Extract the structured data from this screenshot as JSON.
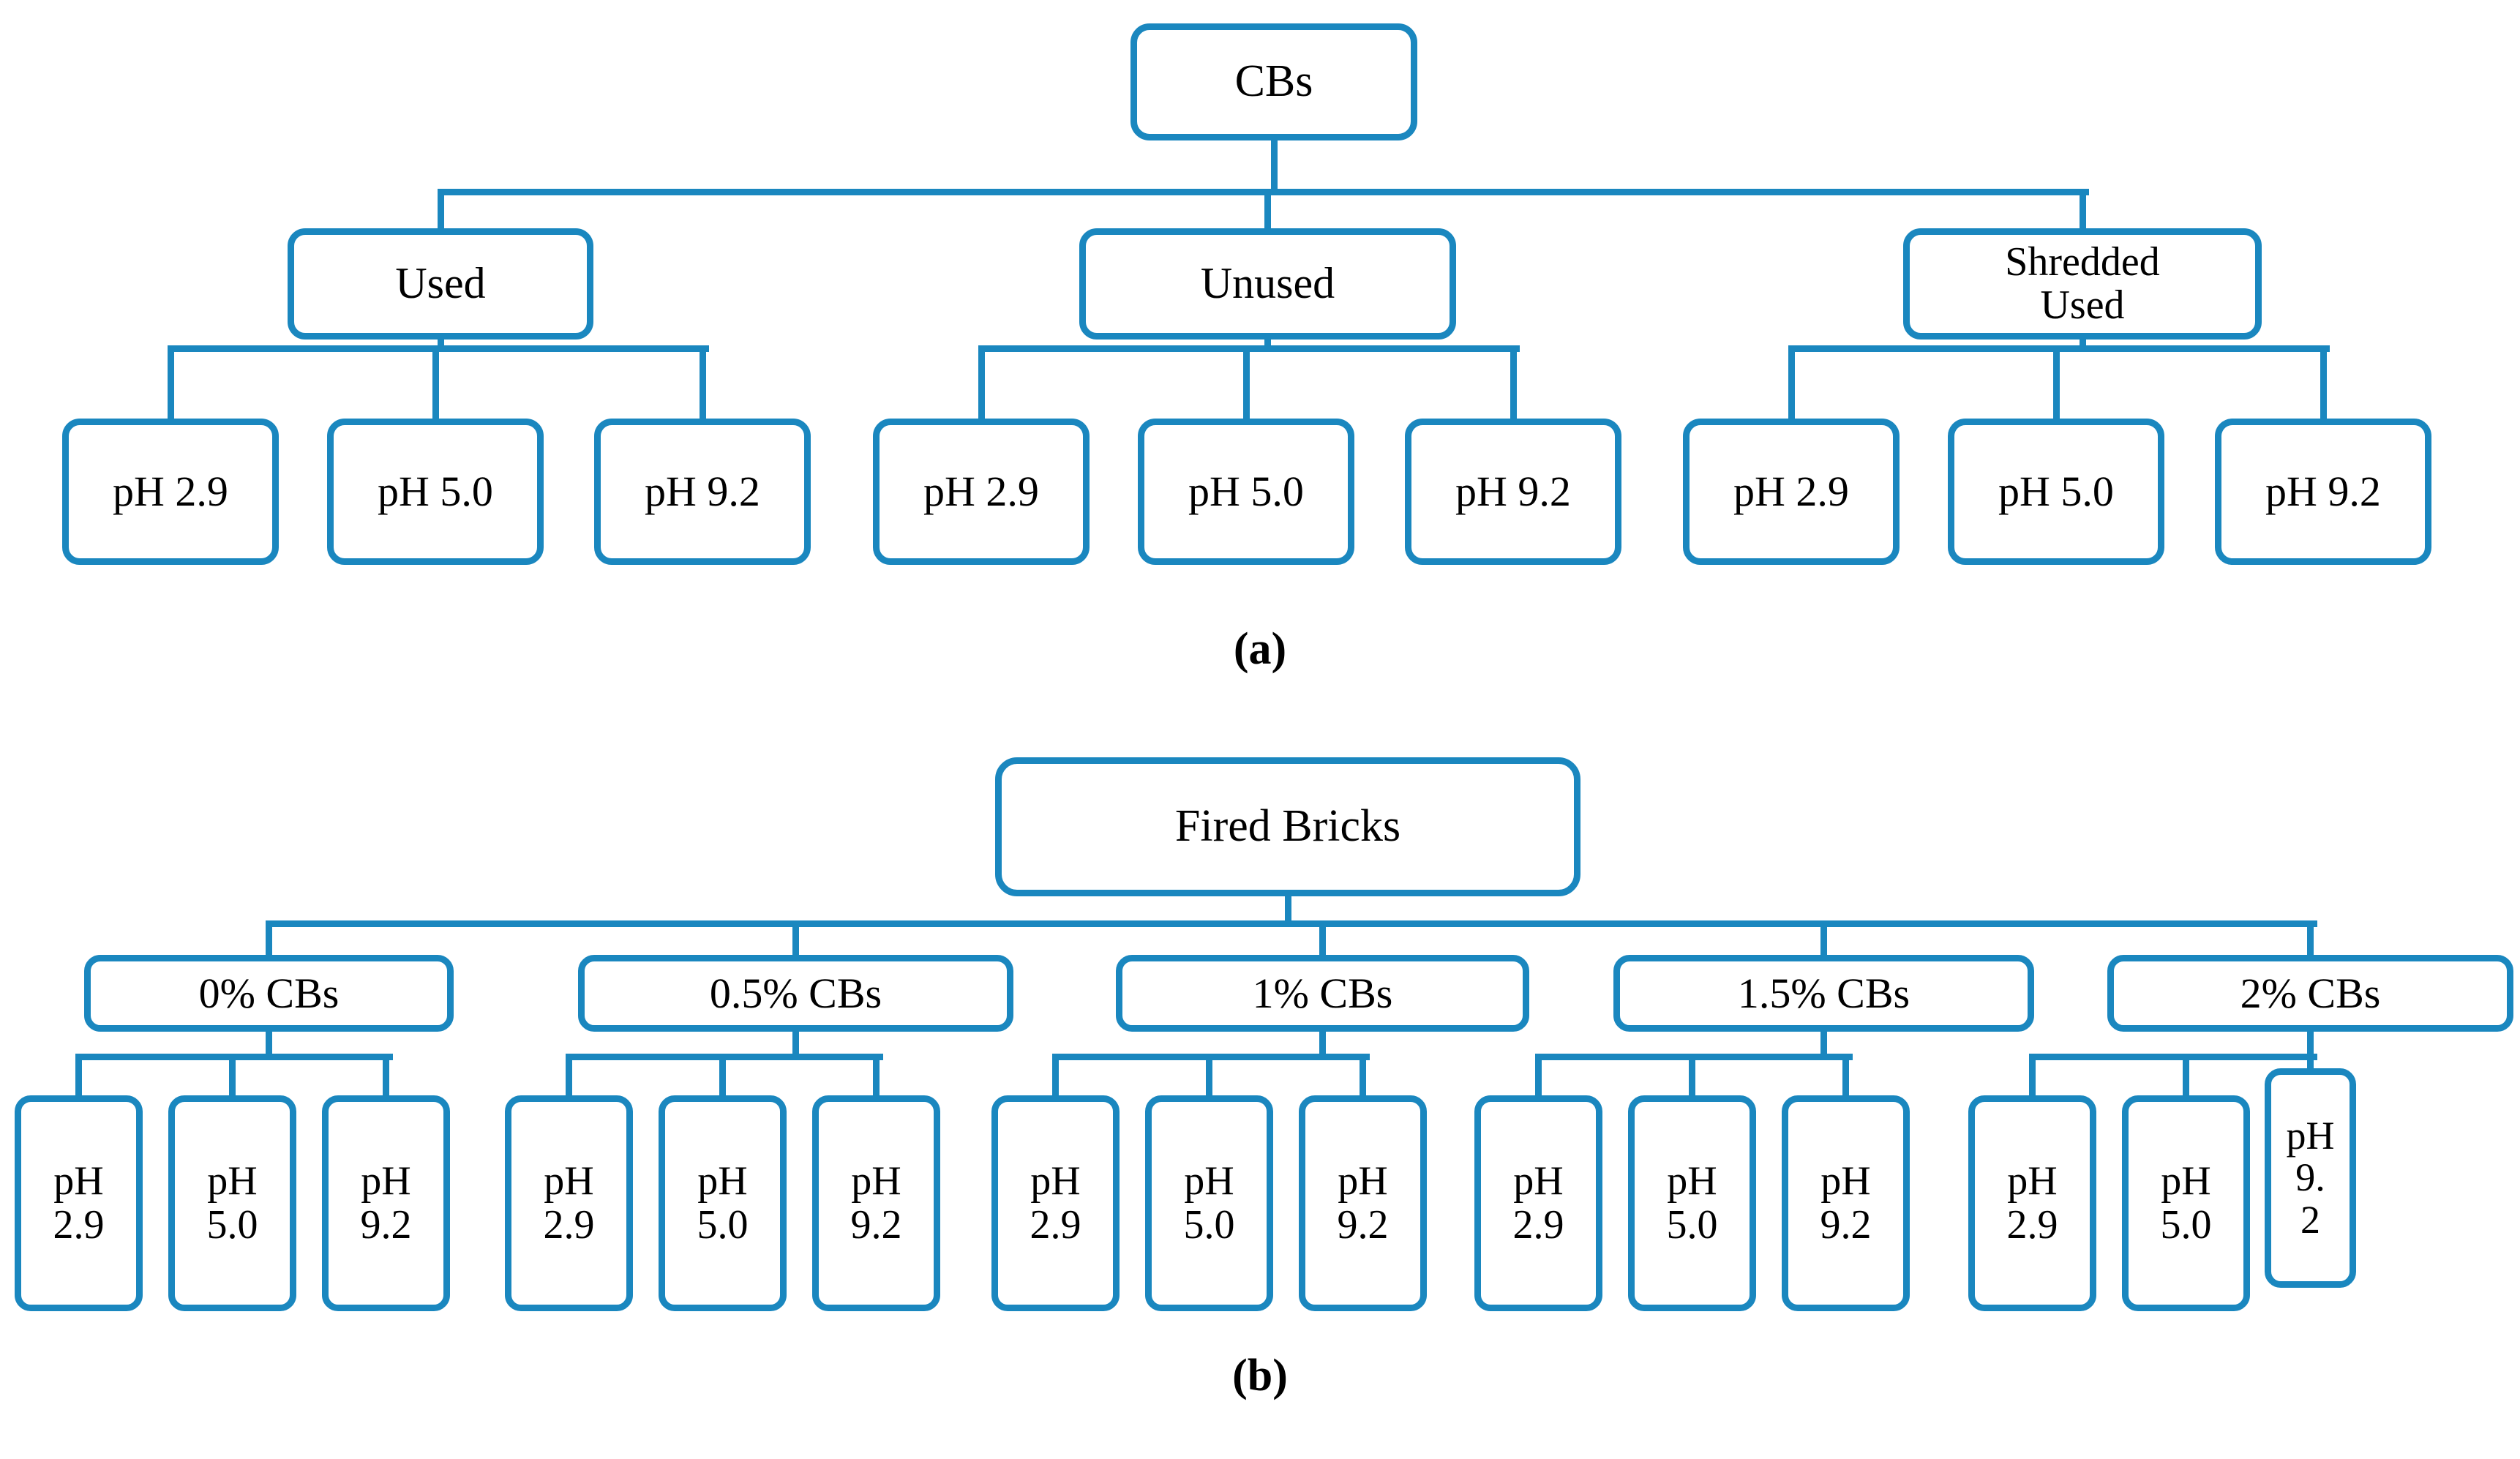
{
  "figure": {
    "background": "#ffffff",
    "edge_color": "#1a87bf",
    "text_color": "#000000"
  },
  "panels": [
    {
      "id": "a",
      "caption": "(a)",
      "root": {
        "label": "CBs"
      },
      "groups": [
        {
          "label": "Used",
          "leaves": [
            {
              "label": "pH 2.9"
            },
            {
              "label": "pH 5.0"
            },
            {
              "label": "pH 9.2"
            }
          ]
        },
        {
          "label": "Unused",
          "leaves": [
            {
              "label": "pH 2.9"
            },
            {
              "label": "pH 5.0"
            },
            {
              "label": "pH 9.2"
            }
          ]
        },
        {
          "label": "Shredded Used",
          "label_line1": "Shredded",
          "label_line2": "Used",
          "leaves": [
            {
              "label": "pH 2.9"
            },
            {
              "label": "pH 5.0"
            },
            {
              "label": "pH 9.2"
            }
          ]
        }
      ]
    },
    {
      "id": "b",
      "caption": "(b)",
      "root": {
        "label": "Fired Bricks"
      },
      "groups": [
        {
          "label": "0% CBs",
          "leaves": [
            {
              "line1": "pH",
              "line2": "2.9"
            },
            {
              "line1": "pH",
              "line2": "5.0"
            },
            {
              "line1": "pH",
              "line2": "9.2"
            }
          ]
        },
        {
          "label": "0.5% CBs",
          "leaves": [
            {
              "line1": "pH",
              "line2": "2.9"
            },
            {
              "line1": "pH",
              "line2": "5.0"
            },
            {
              "line1": "pH",
              "line2": "9.2"
            }
          ]
        },
        {
          "label": "1% CBs",
          "leaves": [
            {
              "line1": "pH",
              "line2": "2.9"
            },
            {
              "line1": "pH",
              "line2": "5.0"
            },
            {
              "line1": "pH",
              "line2": "9.2"
            }
          ]
        },
        {
          "label": "1.5% CBs",
          "leaves": [
            {
              "line1": "pH",
              "line2": "2.9"
            },
            {
              "line1": "pH",
              "line2": "5.0"
            },
            {
              "line1": "pH",
              "line2": "9.2"
            }
          ]
        },
        {
          "label": "2% CBs",
          "leaves": [
            {
              "line1": "pH",
              "line2": "2.9"
            },
            {
              "line1": "pH",
              "line2": "5.0"
            },
            {
              "line1": "pH",
              "line2": "9.",
              "line3": "2"
            }
          ]
        }
      ]
    }
  ]
}
